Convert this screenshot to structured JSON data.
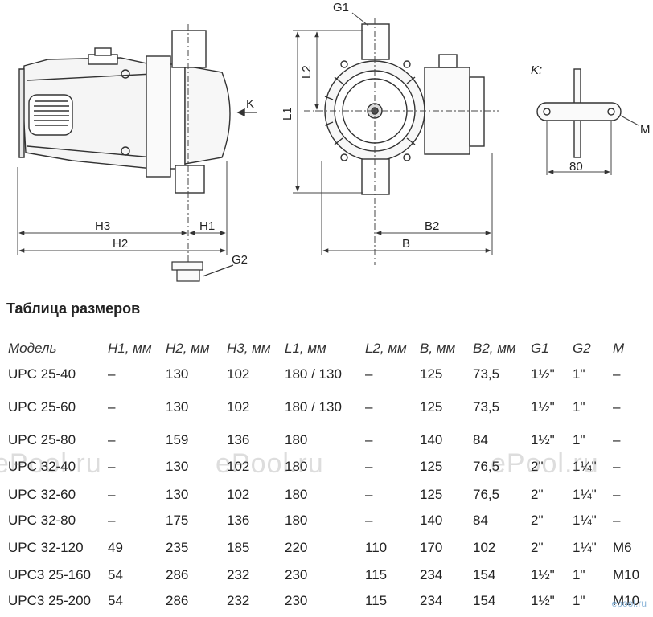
{
  "drawing_labels": {
    "K": "K",
    "H3": "H3",
    "H1": "H1",
    "H2": "H2",
    "G2": "G2",
    "G1": "G1",
    "L1": "L1",
    "L2": "L2",
    "B2": "B2",
    "B": "B",
    "K_detail": "K:",
    "M": "M",
    "dim_80": "80"
  },
  "table": {
    "title": "Таблица размеров",
    "headers": [
      "Модель",
      "H1, мм",
      "H2, мм",
      "H3, мм",
      "L1, мм",
      "L2, мм",
      "B, мм",
      "B2, мм",
      "G1",
      "G2",
      "M"
    ],
    "rows": [
      [
        "UPC 25-40",
        "–",
        "130",
        "102",
        "180 / 130",
        "–",
        "125",
        "73,5",
        "1½\"",
        "1\"",
        "–"
      ],
      [
        "UPC 25-60",
        "–",
        "130",
        "102",
        "180 / 130",
        "–",
        "125",
        "73,5",
        "1½\"",
        "1\"",
        "–"
      ],
      [
        "UPC 25-80",
        "–",
        "159",
        "136",
        "180",
        "–",
        "140",
        "84",
        "1½\"",
        "1\"",
        "–"
      ],
      [
        "UPC 32-40",
        "–",
        "130",
        "102",
        "180",
        "–",
        "125",
        "76,5",
        "2\"",
        "1¼\"",
        "–"
      ],
      [
        "UPC 32-60",
        "–",
        "130",
        "102",
        "180",
        "–",
        "125",
        "76,5",
        "2\"",
        "1¼\"",
        "–"
      ],
      [
        "UPC 32-80",
        "–",
        "175",
        "136",
        "180",
        "–",
        "140",
        "84",
        "2\"",
        "1¼\"",
        "–"
      ],
      [
        "UPC 32-120",
        "49",
        "235",
        "185",
        "220",
        "110",
        "170",
        "102",
        "2\"",
        "1¼\"",
        "M6"
      ],
      [
        "UPC3 25-160",
        "54",
        "286",
        "232",
        "230",
        "115",
        "234",
        "154",
        "1½\"",
        "1\"",
        "M10"
      ],
      [
        "UPC3 25-200",
        "54",
        "286",
        "232",
        "230",
        "115",
        "234",
        "154",
        "1½\"",
        "1\"",
        "M10"
      ]
    ]
  },
  "watermark": "ePool.ru",
  "logo_text": "epool.ru"
}
